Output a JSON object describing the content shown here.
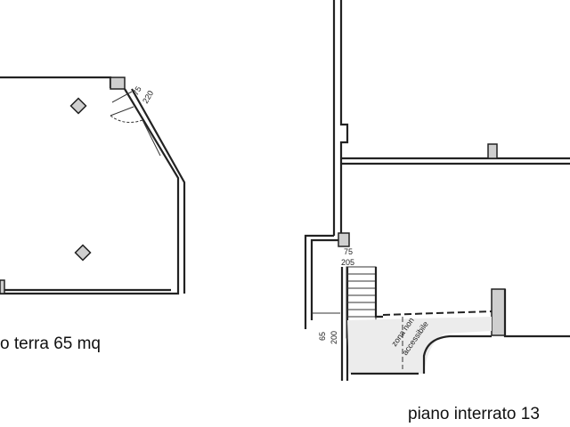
{
  "plans": {
    "ground_floor": {
      "label": "o terra 65 mq",
      "door_dim_top": "75",
      "door_dim_bottom": "220"
    },
    "basement": {
      "label": "piano interrato 13",
      "door_dim_top": "75",
      "door_dim_bottom": "205",
      "side_dim_top": "65",
      "side_dim_bottom": "200",
      "zone_line1": "zona non",
      "zone_line2": "accessibile"
    }
  }
}
